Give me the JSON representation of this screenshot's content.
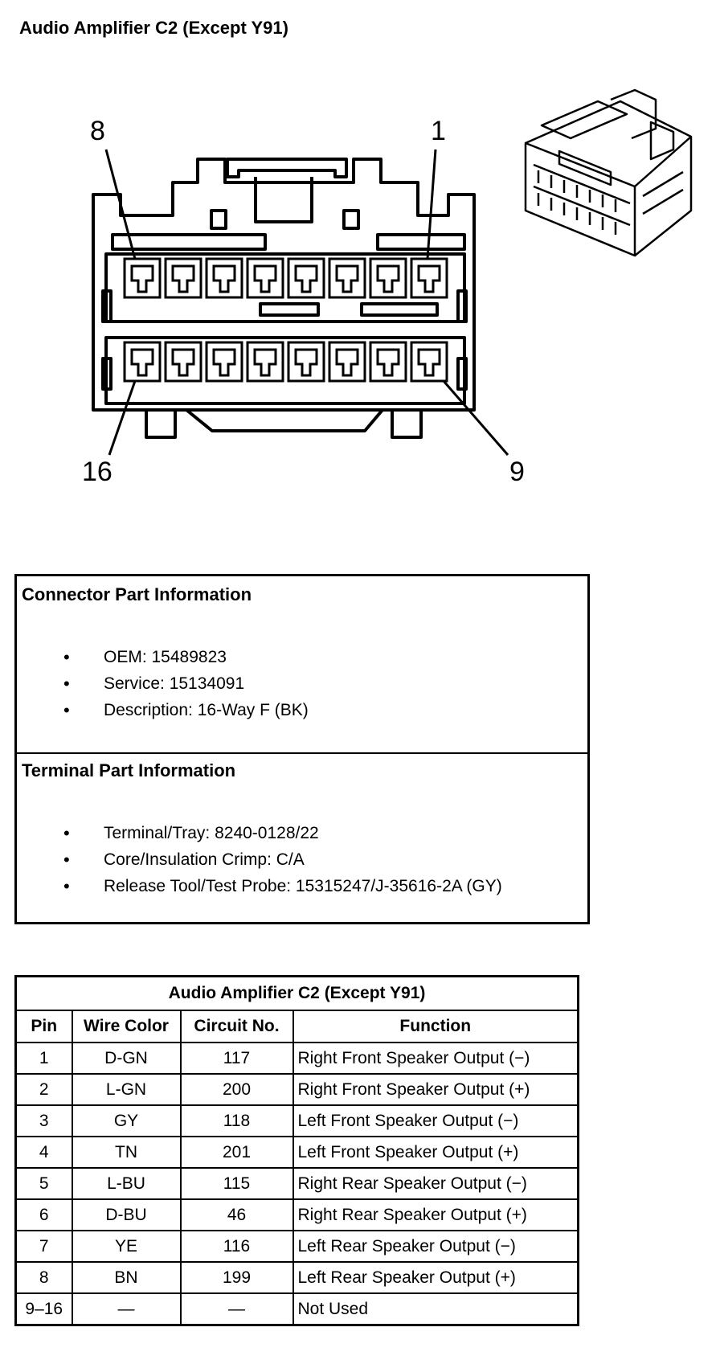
{
  "title": "Audio Amplifier C2 (Except Y91)",
  "connector_diagram": {
    "callouts": [
      "8",
      "1",
      "16",
      "9"
    ]
  },
  "connector_part_info": {
    "heading": "Connector Part Information",
    "items": [
      "OEM: 15489823",
      "Service: 15134091",
      "Description: 16-Way F (BK)"
    ]
  },
  "terminal_part_info": {
    "heading": "Terminal Part Information",
    "items": [
      "Terminal/Tray: 8240-0128/22",
      "Core/Insulation Crimp: C/A",
      "Release Tool/Test Probe: 15315247/J-35616-2A (GY)"
    ]
  },
  "pin_table": {
    "caption": "Audio Amplifier C2 (Except Y91)",
    "headers": [
      "Pin",
      "Wire Color",
      "Circuit No.",
      "Function"
    ],
    "rows": [
      [
        "1",
        "D-GN",
        "117",
        "Right Front Speaker Output (−)"
      ],
      [
        "2",
        "L-GN",
        "200",
        "Right Front Speaker Output (+)"
      ],
      [
        "3",
        "GY",
        "118",
        "Left Front Speaker Output (−)"
      ],
      [
        "4",
        "TN",
        "201",
        "Left Front Speaker Output (+)"
      ],
      [
        "5",
        "L-BU",
        "115",
        "Right Rear Speaker Output (−)"
      ],
      [
        "6",
        "D-BU",
        "46",
        "Right Rear Speaker Output (+)"
      ],
      [
        "7",
        "YE",
        "116",
        "Left Rear Speaker Output (−)"
      ],
      [
        "8",
        "BN",
        "199",
        "Left Rear Speaker Output (+)"
      ],
      [
        "9–16",
        "—",
        "—",
        "Not Used"
      ]
    ]
  }
}
